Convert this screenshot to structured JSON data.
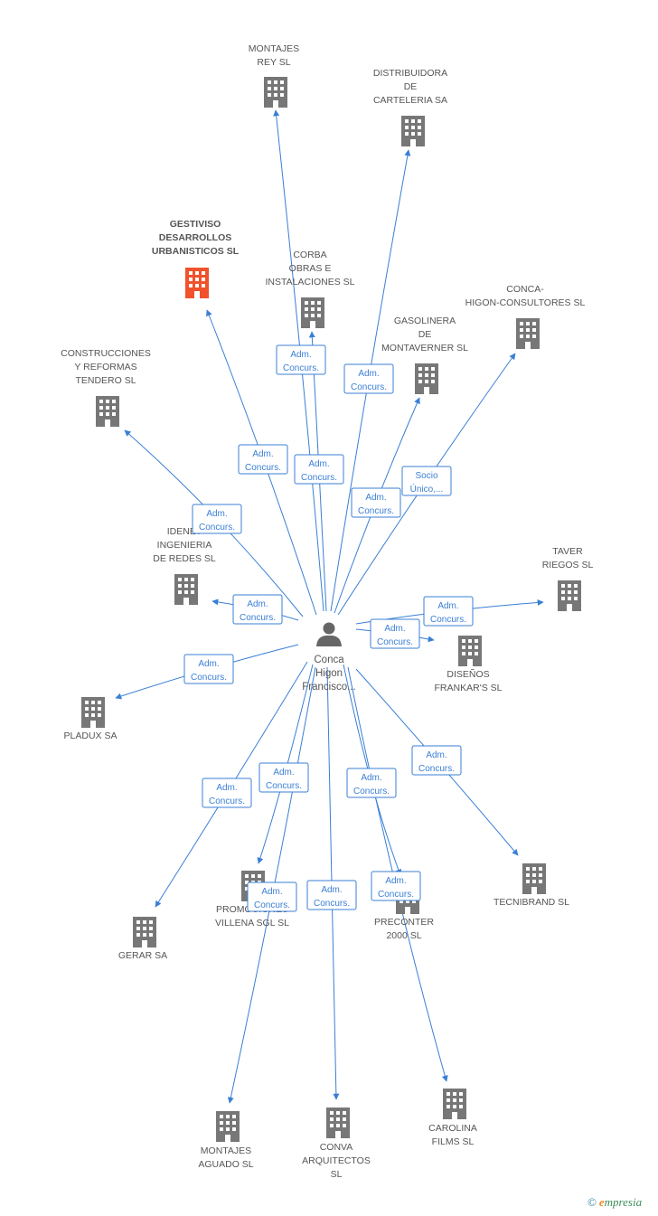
{
  "center": {
    "name_lines": [
      "Conca",
      "Higon",
      "Francisco..."
    ],
    "icon": "person-icon"
  },
  "colors": {
    "edge": "#3a7fd5",
    "building": "#777777",
    "building_highlight": "#f0522c",
    "label": "#555555"
  },
  "nodes": [
    {
      "id": "montajes-rey",
      "lines": [
        "MONTAJES",
        "REY SL"
      ],
      "icon": "building-icon",
      "edge": [
        "Adm.",
        "Concurs."
      ]
    },
    {
      "id": "distribuidora-carteleria",
      "lines": [
        "DISTRIBUIDORA",
        "DE",
        "CARTELERIA SA"
      ],
      "icon": "building-icon",
      "edge": [
        "Adm.",
        "Concurs."
      ]
    },
    {
      "id": "gestiviso",
      "lines": [
        "GESTIVISO",
        "DESARROLLOS",
        "URBANISTICOS SL"
      ],
      "icon": "building-icon",
      "highlight": true,
      "edge": [
        "Adm.",
        "Concurs."
      ]
    },
    {
      "id": "corba",
      "lines": [
        "CORBA",
        "OBRAS E",
        "INSTALACIONES SL"
      ],
      "icon": "building-icon",
      "edge": [
        "Adm.",
        "Concurs."
      ]
    },
    {
      "id": "gasolinera",
      "lines": [
        "GASOLINERA",
        "DE",
        "MONTAVERNER SL"
      ],
      "icon": "building-icon",
      "edge": [
        "Adm.",
        "Concurs."
      ]
    },
    {
      "id": "conca-higon-consultores",
      "lines": [
        "CONCA-",
        "HIGON-CONSULTORES SL"
      ],
      "icon": "building-icon",
      "edge": [
        "Socio",
        "Único,..."
      ]
    },
    {
      "id": "construcciones-tendero",
      "lines": [
        "CONSTRUCCIONES",
        "Y REFORMAS",
        "TENDERO SL"
      ],
      "icon": "building-icon",
      "edge": [
        "Adm.",
        "Concurs."
      ]
    },
    {
      "id": "idenet",
      "lines": [
        "IDENET",
        "INGENIERIA",
        "DE REDES SL"
      ],
      "icon": "building-icon",
      "edge": [
        "Adm.",
        "Concurs."
      ]
    },
    {
      "id": "taver-riegos",
      "lines": [
        "TAVER",
        "RIEGOS  SL"
      ],
      "icon": "building-icon",
      "edge": [
        "Adm.",
        "Concurs."
      ]
    },
    {
      "id": "disenos-frankars",
      "lines": [
        "DISEÑOS",
        "FRANKAR'S  SL"
      ],
      "icon": "building-icon",
      "edge": [
        "Adm.",
        "Concurs."
      ]
    },
    {
      "id": "pladux",
      "lines": [
        "PLADUX SA"
      ],
      "icon": "building-icon",
      "edge": [
        "Adm.",
        "Concurs."
      ]
    },
    {
      "id": "tecnibrand",
      "lines": [
        "TECNIBRAND SL"
      ],
      "icon": "building-icon",
      "edge": [
        "Adm.",
        "Concurs."
      ]
    },
    {
      "id": "gerar",
      "lines": [
        "GERAR SA"
      ],
      "icon": "building-icon",
      "edge": [
        "Adm.",
        "Concurs."
      ]
    },
    {
      "id": "promociones-villena",
      "lines": [
        "PROMOCIONES",
        "VILLENA SGL SL"
      ],
      "icon": "building-icon",
      "edge": [
        "Adm.",
        "Concurs."
      ]
    },
    {
      "id": "preconter",
      "lines": [
        "PRECONTER",
        "2000  SL"
      ],
      "icon": "building-icon",
      "edge": [
        "Adm.",
        "Concurs."
      ]
    },
    {
      "id": "montajes-aguado",
      "lines": [
        "MONTAJES",
        "AGUADO SL"
      ],
      "icon": "building-icon",
      "edge": [
        "Adm.",
        "Concurs."
      ]
    },
    {
      "id": "conva-arquitectos",
      "lines": [
        "CONVA",
        "ARQUITECTOS",
        "SL"
      ],
      "icon": "building-icon",
      "edge": [
        "Adm.",
        "Concurs."
      ]
    },
    {
      "id": "carolina-films",
      "lines": [
        "CAROLINA",
        "FILMS SL"
      ],
      "icon": "building-icon",
      "edge": [
        "Adm.",
        "Concurs."
      ]
    }
  ],
  "brand": {
    "copyright": "©",
    "name_first": "e",
    "name_rest": "mpresia"
  }
}
